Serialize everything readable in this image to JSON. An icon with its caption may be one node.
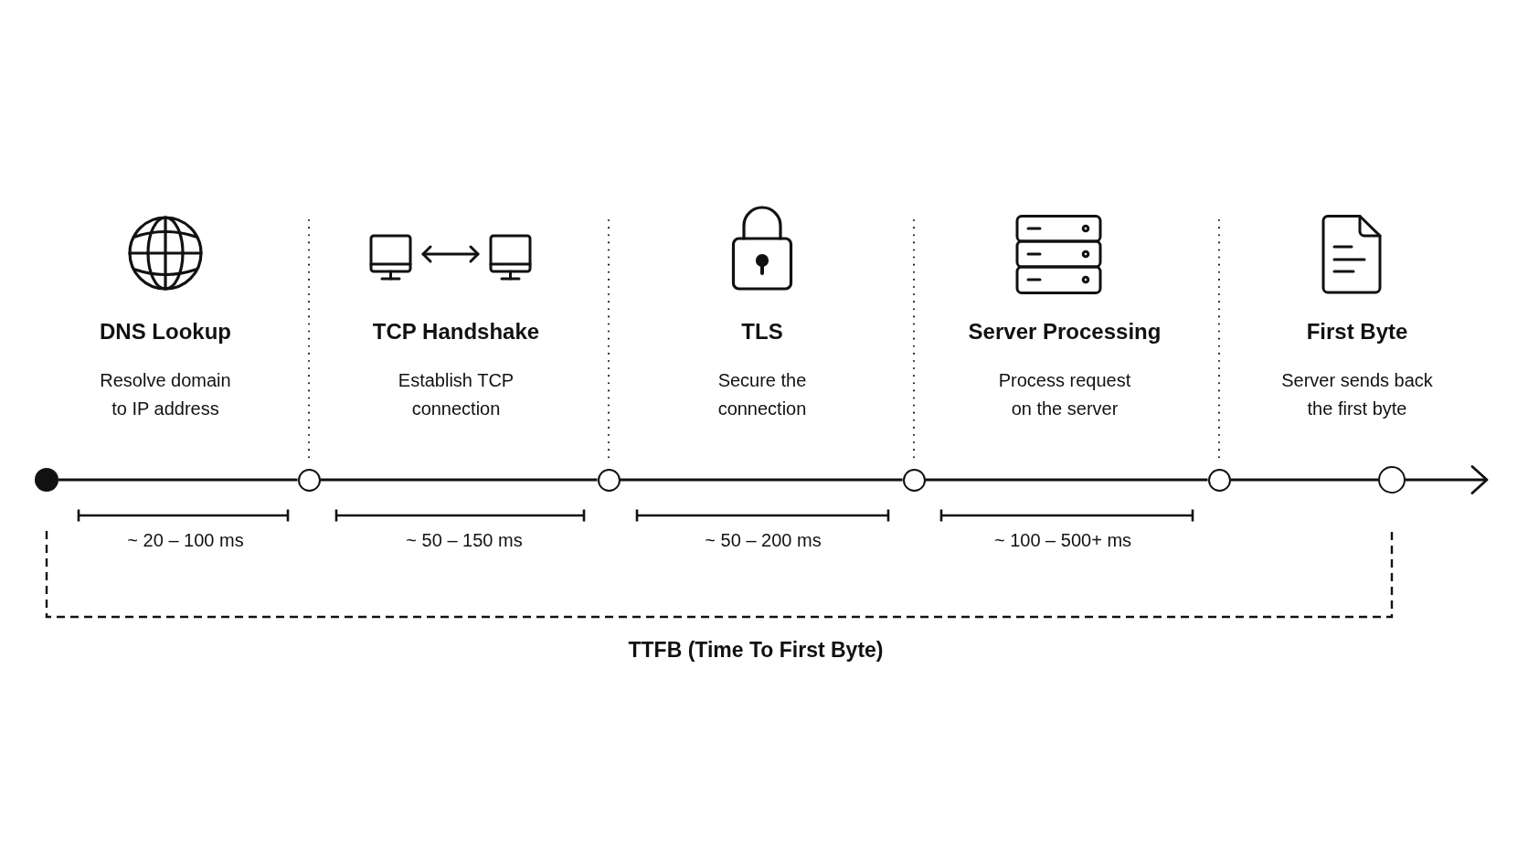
{
  "diagram": {
    "nodes": [
      {
        "text": [],
        "shape": "dot"
      },
      {
        "text": [],
        "shape": "circle"
      },
      {
        "text": [],
        "shape": "circle"
      },
      {
        "text": [],
        "shape": "circle"
      },
      {
        "text": [],
        "shape": "circle"
      },
      {
        "text": [],
        "shape": "circle"
      }
    ],
    "edges": [
      {
        "from": 0,
        "to": 1,
        "arrow": "none"
      },
      {
        "from": 1,
        "to": 2,
        "arrow": "none"
      },
      {
        "from": 2,
        "to": 3,
        "arrow": "none"
      },
      {
        "from": 3,
        "to": 4,
        "arrow": "none"
      },
      {
        "from": 4,
        "to": 5,
        "arrow": "none"
      },
      {
        "from": 5,
        "to": null,
        "arrow": "to"
      }
    ],
    "labels": [
      "DNS Lookup",
      "Resolve domain to IP address",
      "TCP Handshake",
      "Establish TCP connection",
      "TLS",
      "Secure the connection",
      "Server Processing",
      "Process request on the server",
      "First Byte",
      "Server sends back the first byte",
      "~ 20 – 100 ms",
      "~ 50 – 150 ms",
      "~ 50 – 200 ms",
      "~ 100 – 500+ ms",
      "TTFB (Time To First Byte)"
    ]
  }
}
